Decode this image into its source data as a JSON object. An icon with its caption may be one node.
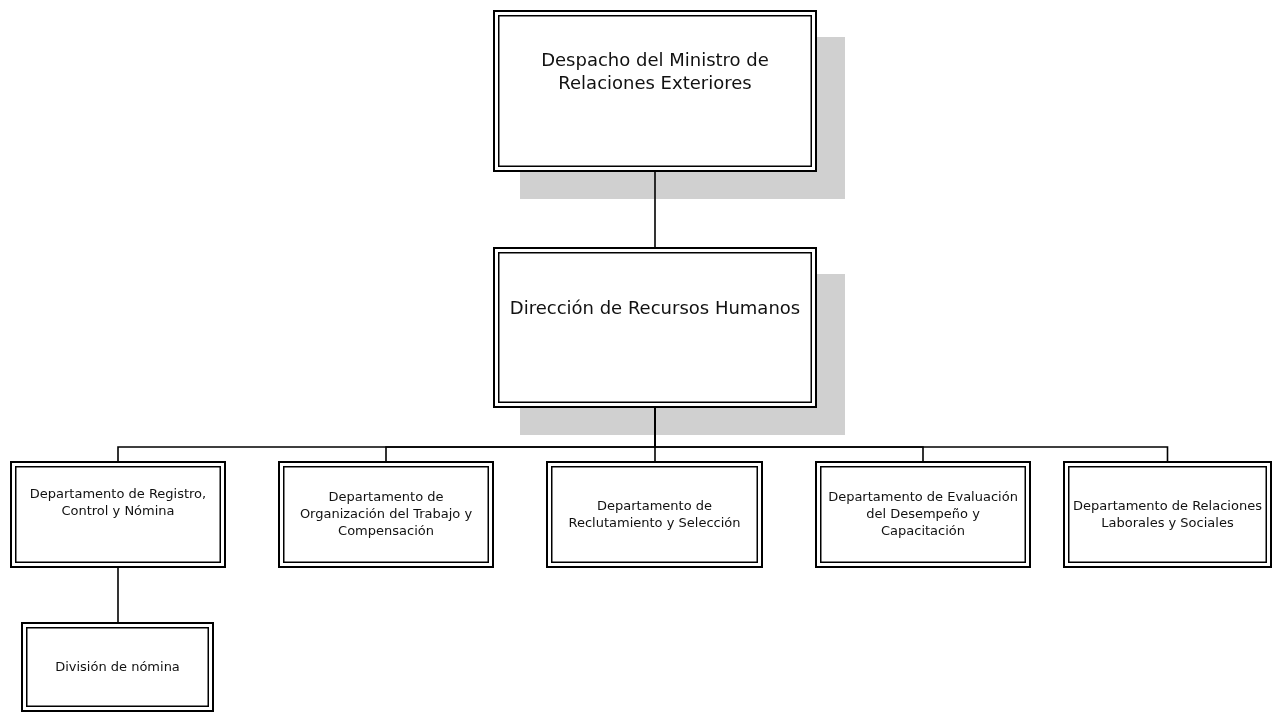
{
  "diagram": {
    "nodes": [
      {
        "text": [
          "Despacho del Ministro de Relaciones Exteriores"
        ]
      },
      {
        "text": [
          "Dirección de Recursos Humanos"
        ]
      },
      {
        "text": [
          "Departamento de Registro, Control y Nómina"
        ]
      },
      {
        "text": [
          "Departamento de Organización del Trabajo y Compensación"
        ]
      },
      {
        "text": [
          "Departamento de Reclutamiento y Selección"
        ]
      },
      {
        "text": [
          "Departamento de Evaluación del Desempeño y Capacitación"
        ]
      },
      {
        "text": [
          "Departamento de Relaciones Laborales y Sociales"
        ]
      },
      {
        "text": [
          "División de nómina"
        ]
      }
    ],
    "edges": [
      {
        "from": 0,
        "to": 1,
        "arrow": "none"
      },
      {
        "from": 1,
        "to": 2,
        "arrow": "none"
      },
      {
        "from": 1,
        "to": 3,
        "arrow": "none"
      },
      {
        "from": 1,
        "to": 4,
        "arrow": "none"
      },
      {
        "from": 1,
        "to": 5,
        "arrow": "none"
      },
      {
        "from": 1,
        "to": 6,
        "arrow": "none"
      },
      {
        "from": 2,
        "to": 7,
        "arrow": "none"
      }
    ]
  }
}
